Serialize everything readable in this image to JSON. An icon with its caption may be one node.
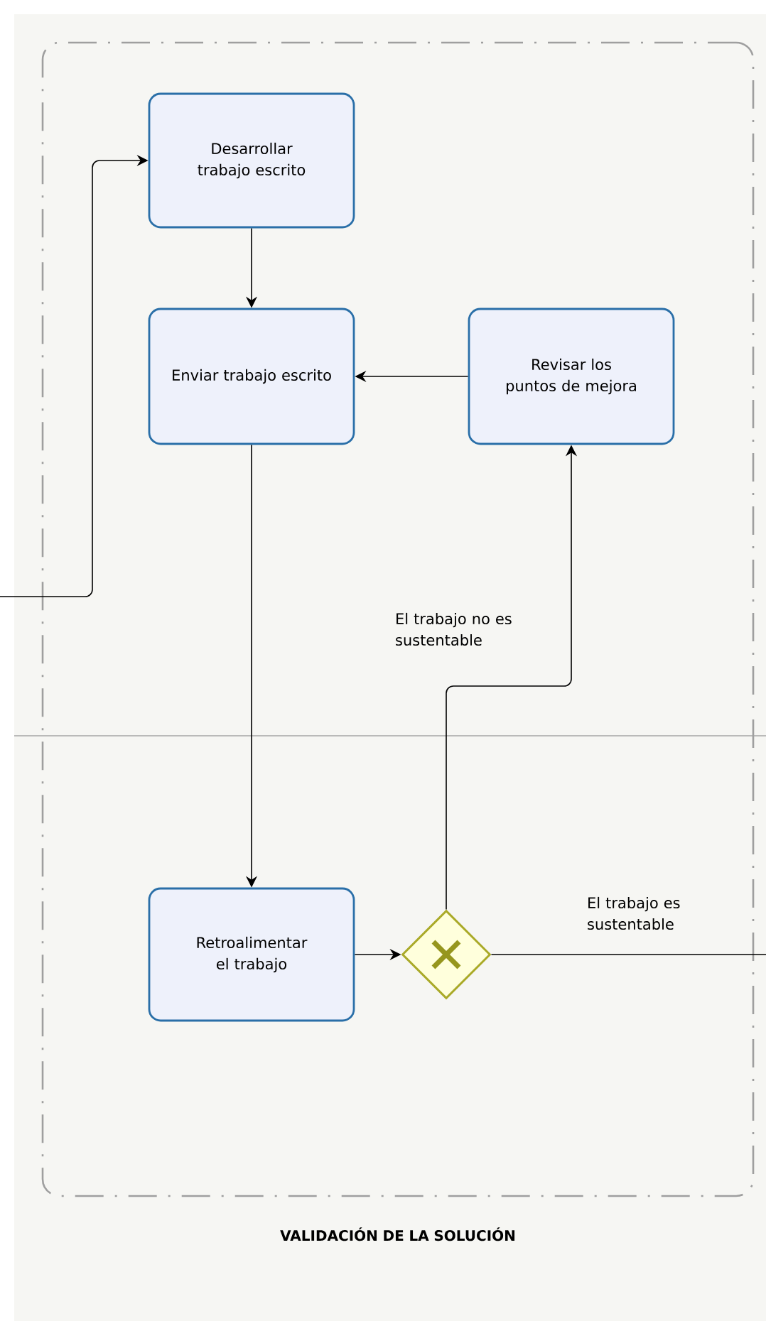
{
  "diagram": {
    "nodes": [
      {
        "text": [
          "VALIDACIÓN DE LA SOLUCIÓN"
        ]
      },
      {
        "text": [
          "Desarrollar trabajo escrito"
        ],
        "in": 0
      },
      {
        "text": [
          "Enviar trabajo escrito"
        ],
        "in": 0
      },
      {
        "text": [
          "Revisar los puntos de mejora"
        ],
        "in": 0
      },
      {
        "text": [
          "Retroalimentar el trabajo"
        ],
        "in": 0
      },
      {
        "text": [],
        "shape": "diamond",
        "in": 0
      }
    ],
    "edges": [
      {
        "from": null,
        "to": 1,
        "arrow": "to"
      },
      {
        "from": 1,
        "to": 2,
        "arrow": "to"
      },
      {
        "from": 2,
        "to": 4,
        "arrow": "to"
      },
      {
        "from": 3,
        "to": 2,
        "arrow": "to"
      },
      {
        "from": 4,
        "to": 5,
        "arrow": "to"
      },
      {
        "from": 5,
        "to": 3,
        "arrow": "to",
        "label": "El trabajo no es sustentable"
      },
      {
        "from": 5,
        "to": null,
        "arrow": "none",
        "label": "El trabajo es sustentable"
      }
    ]
  }
}
